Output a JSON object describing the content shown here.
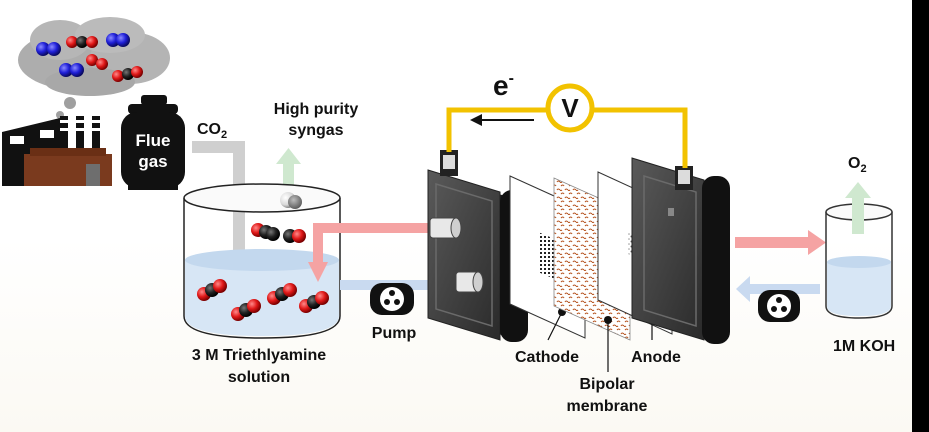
{
  "labels": {
    "flue_gas": "Flue gas",
    "co2": "CO",
    "co2_sub": "2",
    "syngas_line1": "High purity",
    "syngas_line2": "syngas",
    "electron": "e",
    "electron_sup": "-",
    "voltmeter": "V",
    "o2": "O",
    "o2_sub": "2",
    "amine_line1": "3 M Triethlyamine",
    "amine_line2": "solution",
    "pump": "Pump",
    "cathode": "Cathode",
    "anode": "Anode",
    "membrane_line1": "Bipolar",
    "membrane_line2": "membrane",
    "koh": "1M KOH"
  },
  "colors": {
    "wire": "#f2c200",
    "flow_red": "#f5a3a3",
    "flow_blue": "#c9daf0",
    "syngas_green": "#cfe8cf",
    "co2_gray": "#cfcfcf",
    "membrane_brown": "#b5531f",
    "cell_body": "#3c3c3c",
    "liquid": "#d7e6f5"
  }
}
